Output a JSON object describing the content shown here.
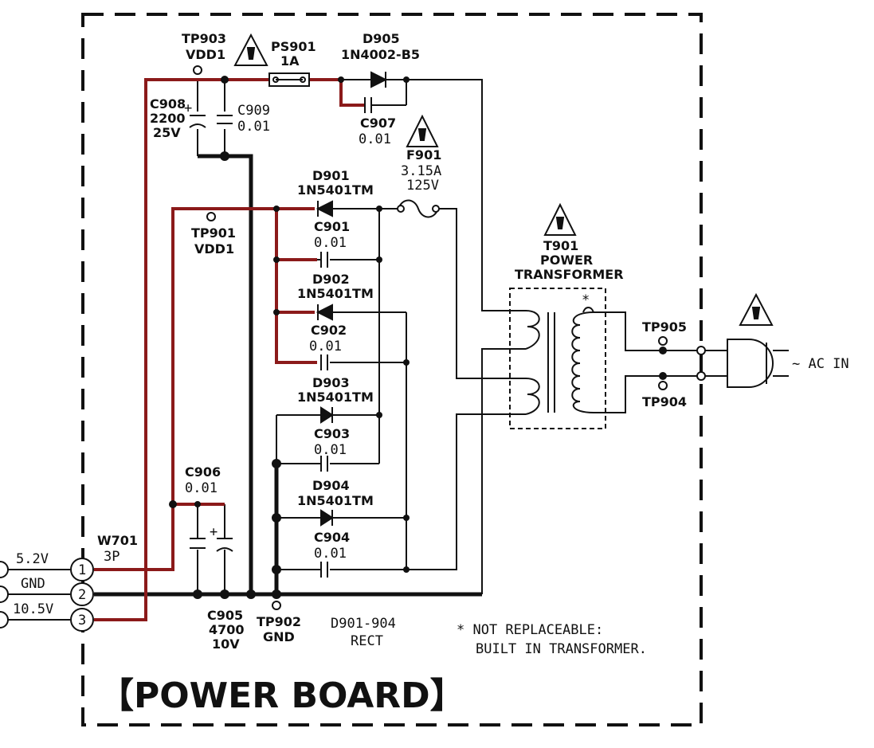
{
  "board_title": "【POWER BOARD】",
  "connector": {
    "ref": "W701",
    "type": "3P",
    "pins": [
      {
        "num": "1",
        "label": "5.2V"
      },
      {
        "num": "2",
        "label": "GND"
      },
      {
        "num": "3",
        "label": "10.5V"
      }
    ]
  },
  "test_points": {
    "tp903": {
      "ref": "TP903",
      "net": "VDD1"
    },
    "tp901": {
      "ref": "TP901",
      "net": "VDD1"
    },
    "tp902": {
      "ref": "TP902",
      "net": "GND"
    },
    "tp905": {
      "ref": "TP905"
    },
    "tp904": {
      "ref": "TP904"
    }
  },
  "ps901": {
    "ref": "PS901",
    "value": "1A"
  },
  "d905": {
    "ref": "D905",
    "part": "1N4002-B5"
  },
  "c908": {
    "ref": "C908",
    "value": "2200",
    "voltage": "25V"
  },
  "c909": {
    "ref": "C909",
    "value": "0.01"
  },
  "c907": {
    "ref": "C907",
    "value": "0.01"
  },
  "f901": {
    "ref": "F901",
    "current": "3.15A",
    "voltage": "125V"
  },
  "rectifiers": [
    {
      "ref": "D901",
      "part": "1N5401TM"
    },
    {
      "ref": "D902",
      "part": "1N5401TM"
    },
    {
      "ref": "D903",
      "part": "1N5401TM"
    },
    {
      "ref": "D904",
      "part": "1N5401TM"
    }
  ],
  "rect_caps": [
    {
      "ref": "C901",
      "value": "0.01"
    },
    {
      "ref": "C902",
      "value": "0.01"
    },
    {
      "ref": "C903",
      "value": "0.01"
    },
    {
      "ref": "C904",
      "value": "0.01"
    }
  ],
  "c906": {
    "ref": "C906",
    "value": "0.01"
  },
  "c905": {
    "ref": "C905",
    "value": "4700",
    "voltage": "10V"
  },
  "t901": {
    "ref": "T901",
    "line1": "POWER",
    "line2": "TRANSFORMER",
    "mark": "*"
  },
  "rect_group": {
    "ref": "D901-904",
    "desc": "RECT"
  },
  "notes": {
    "line1": "* NOT REPLACEABLE:",
    "line2": "BUILT IN TRANSFORMER."
  },
  "ac_in": "~ AC IN",
  "colors": {
    "ink": "#111111",
    "power_trace": "#8b1a1a",
    "background": "#ffffff"
  }
}
